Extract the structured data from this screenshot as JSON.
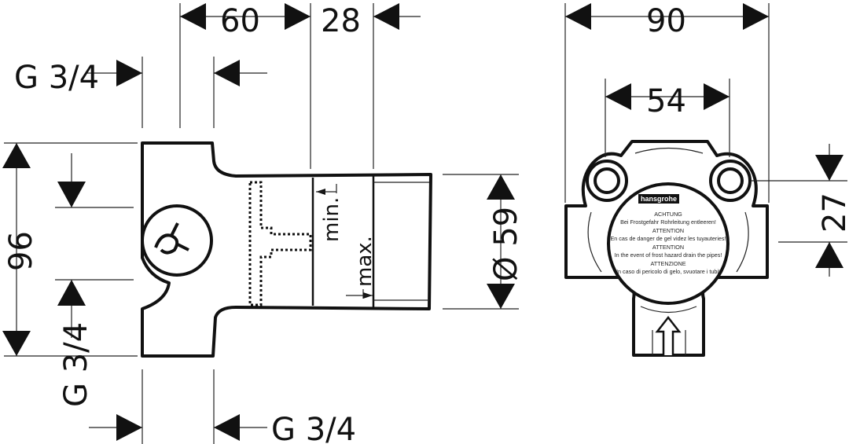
{
  "side_view": {
    "dim_width_60": "60",
    "dim_width_28": "28",
    "dim_height_96": "96",
    "dim_diameter_59": "Ø 59",
    "label_min": "min.",
    "label_max": "max.",
    "thread_top": "G 3/4",
    "thread_left": "G 3/4",
    "thread_bottom": "G 3/4"
  },
  "front_view": {
    "dim_width_90": "90",
    "dim_spacing_54": "54",
    "dim_offset_27": "27",
    "brand": "hansgrohe",
    "warning_lines": [
      "ACHTUNG",
      "Bei Frostgefahr Rohrleitung entleeren!",
      "ATTENTION",
      "En cas de danger de gel videz les tuyauteries!",
      "ATTENTION",
      "In the event of frost hazard drain the pipes!",
      "ATTENZIONE",
      "In caso di pericolo di gelo, svuotare i tubi!"
    ]
  }
}
